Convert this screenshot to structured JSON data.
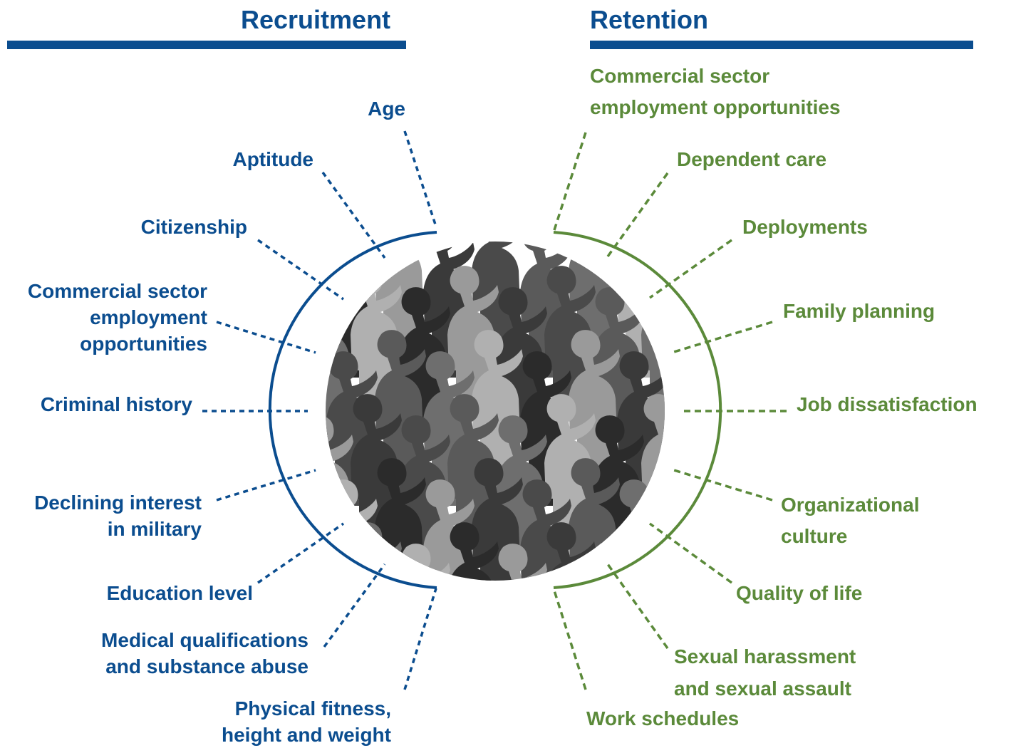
{
  "colors": {
    "recruitment": "#0b4d8f",
    "retention": "#5b8a3a"
  },
  "recruitment": {
    "title": "Recruitment",
    "factors": [
      [
        "Age"
      ],
      [
        "Aptitude"
      ],
      [
        "Citizenship"
      ],
      [
        "Commercial sector",
        "employment",
        "opportunities"
      ],
      [
        "Criminal history"
      ],
      [
        "Declining interest",
        "in military"
      ],
      [
        "Education level"
      ],
      [
        "Medical qualifications",
        "and substance abuse"
      ],
      [
        "Physical fitness,",
        "height and weight"
      ]
    ]
  },
  "retention": {
    "title": "Retention",
    "factors": [
      [
        "Commercial sector",
        "employment opportunities"
      ],
      [
        "Dependent care"
      ],
      [
        "Deployments"
      ],
      [
        "Family planning"
      ],
      [
        "Job dissatisfaction"
      ],
      [
        "Organizational",
        "culture"
      ],
      [
        "Quality of life"
      ],
      [
        "Sexual harassment",
        "and sexual assault"
      ],
      [
        "Work schedules"
      ]
    ]
  },
  "center_image": {
    "description_icon": "saluting-soldiers-silhouette-pattern"
  }
}
